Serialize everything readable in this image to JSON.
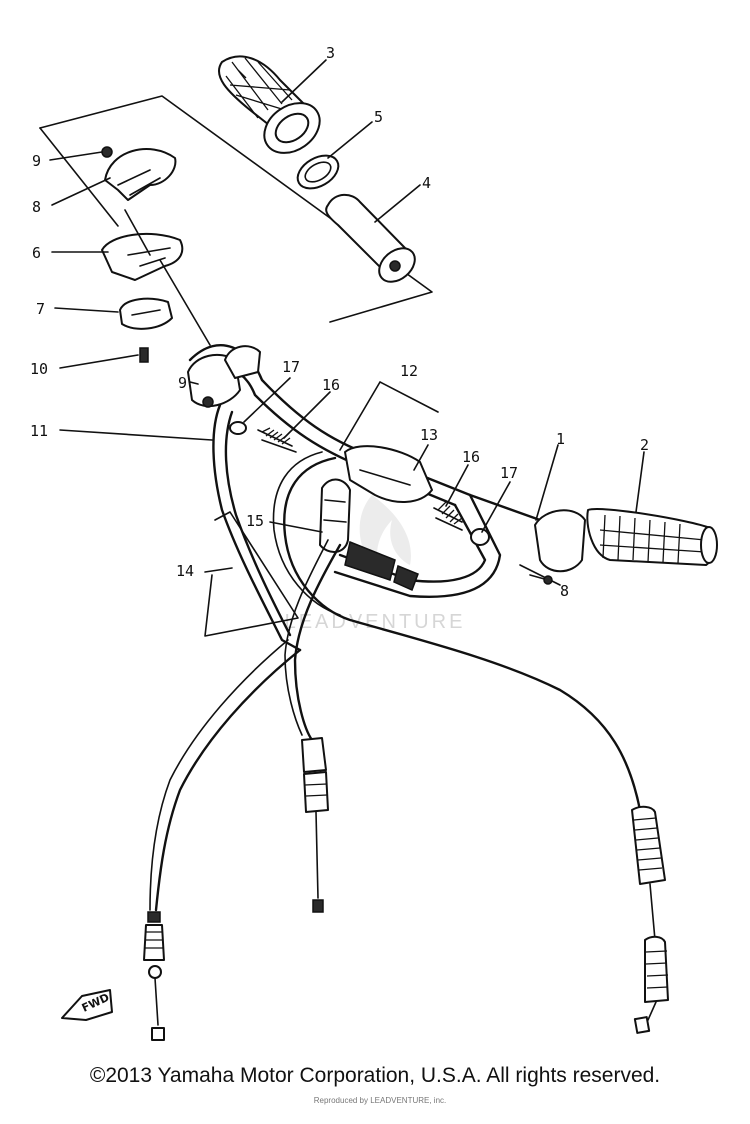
{
  "diagram": {
    "callouts": [
      "3",
      "5",
      "4",
      "9",
      "8",
      "6",
      "7",
      "10",
      "9",
      "17",
      "16",
      "12",
      "13",
      "11",
      "16",
      "17",
      "1",
      "2",
      "15",
      "14",
      "8"
    ],
    "fwd_label": "FWD",
    "watermark": "LEADVENTURE"
  },
  "footer": {
    "copyright": "©2013 Yamaha Motor Corporation, U.S.A. All rights reserved.",
    "small_print": "Reproduced by LEADVENTURE, inc."
  }
}
